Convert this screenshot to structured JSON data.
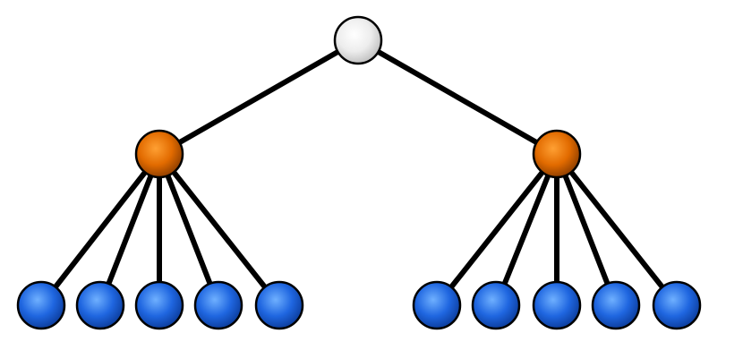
{
  "diagram": {
    "type": "tree",
    "edge_color": "#000000",
    "node_stroke": "#000000",
    "colors": {
      "root": {
        "light": "#ffffff",
        "mid": "#ededed",
        "dark": "#bdbdbd"
      },
      "branch": {
        "light": "#ffa033",
        "mid": "#e26b00",
        "dark": "#8a3c00"
      },
      "leaf": {
        "light": "#6fb0ff",
        "mid": "#1f66e0",
        "dark": "#0b3b99"
      }
    },
    "nodes": [
      {
        "id": "root",
        "role": "root",
        "parent": null
      },
      {
        "id": "branch-left",
        "role": "branch",
        "parent": "root"
      },
      {
        "id": "branch-right",
        "role": "branch",
        "parent": "root"
      },
      {
        "id": "leaf-l1",
        "role": "leaf",
        "parent": "branch-left"
      },
      {
        "id": "leaf-l2",
        "role": "leaf",
        "parent": "branch-left"
      },
      {
        "id": "leaf-l3",
        "role": "leaf",
        "parent": "branch-left"
      },
      {
        "id": "leaf-l4",
        "role": "leaf",
        "parent": "branch-left"
      },
      {
        "id": "leaf-l5",
        "role": "leaf",
        "parent": "branch-left"
      },
      {
        "id": "leaf-r1",
        "role": "leaf",
        "parent": "branch-right"
      },
      {
        "id": "leaf-r2",
        "role": "leaf",
        "parent": "branch-right"
      },
      {
        "id": "leaf-r3",
        "role": "leaf",
        "parent": "branch-right"
      },
      {
        "id": "leaf-r4",
        "role": "leaf",
        "parent": "branch-right"
      },
      {
        "id": "leaf-r5",
        "role": "leaf",
        "parent": "branch-right"
      }
    ]
  }
}
